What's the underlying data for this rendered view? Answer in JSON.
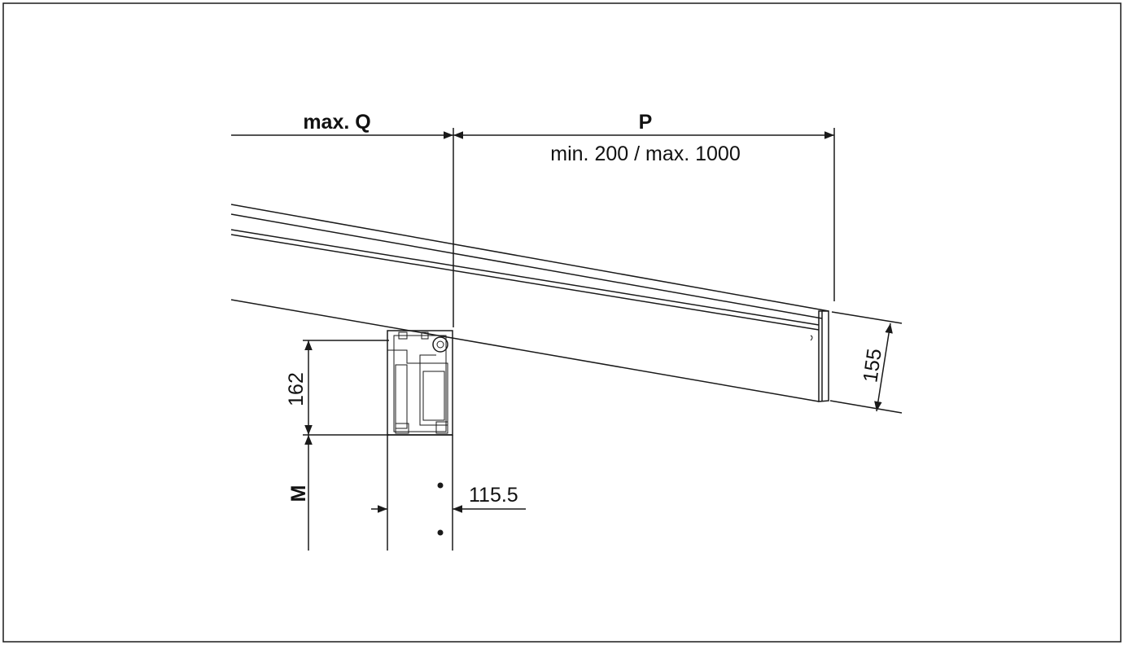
{
  "dimensions": {
    "max_q": "max. Q",
    "p": "P",
    "p_range": "min. 200 / max. 1000",
    "height_162": "162",
    "height_155": "155",
    "m": "M",
    "width_115_5": "115.5"
  },
  "colors": {
    "line": "#1a1a1a",
    "background": "#ffffff"
  }
}
